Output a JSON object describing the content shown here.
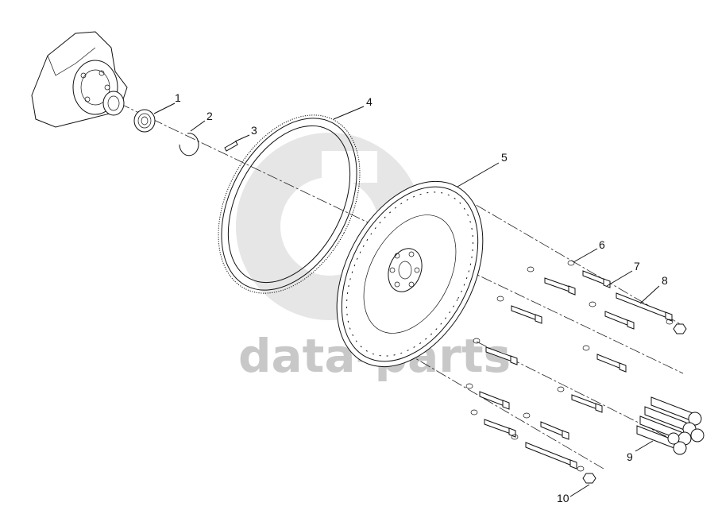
{
  "watermark": {
    "text": "data-parts"
  },
  "callouts": [
    {
      "id": "1",
      "label": "1"
    },
    {
      "id": "2",
      "label": "2"
    },
    {
      "id": "3",
      "label": "3"
    },
    {
      "id": "4",
      "label": "4"
    },
    {
      "id": "5",
      "label": "5"
    },
    {
      "id": "6",
      "label": "6"
    },
    {
      "id": "7",
      "label": "7"
    },
    {
      "id": "8",
      "label": "8"
    },
    {
      "id": "9",
      "label": "9"
    },
    {
      "id": "10",
      "label": "10"
    }
  ],
  "colors": {
    "line": "#111111",
    "watermark": "#c8c8c8",
    "background": "#ffffff"
  }
}
